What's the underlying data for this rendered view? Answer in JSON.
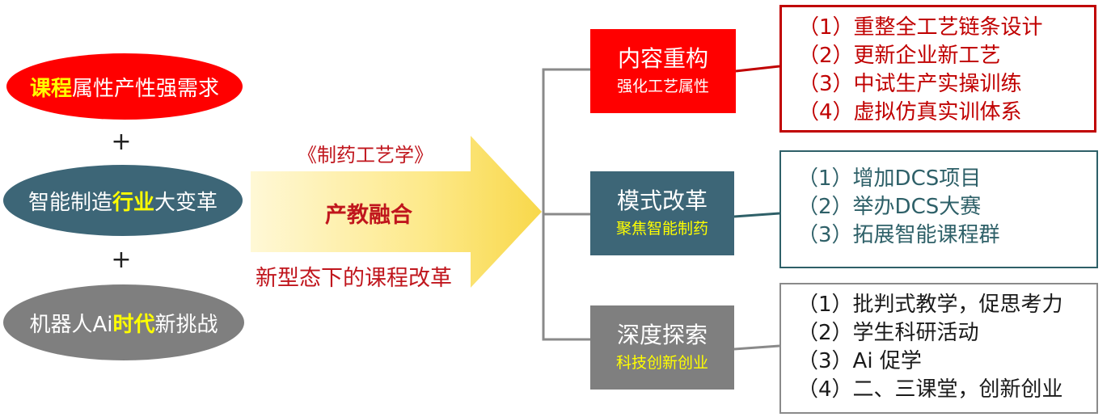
{
  "left": {
    "course": {
      "highlight": "课程",
      "rest": "属性产性强需求"
    },
    "industry": {
      "pre": "智能制造",
      "highlight": "行业",
      "rest": "大变革"
    },
    "era": {
      "pre": "机器人Ai",
      "highlight": "时代",
      "rest": "新挑战"
    },
    "plus_sign": "+"
  },
  "arrow_text": {
    "title": "《制药工艺学》",
    "main": "产教融合",
    "sub": "新型态下的课程改革"
  },
  "branches": [
    {
      "title": "内容重构",
      "subtitle": "强化工艺属性",
      "items": [
        "（1）重整全工艺链条设计",
        "（2）更新企业新工艺",
        "（3）中试生产实操训练",
        "（4）虚拟仿真实训体系"
      ]
    },
    {
      "title": "模式改革",
      "subtitle": "聚焦智能制药",
      "items": [
        "（1）增加DCS项目",
        "（2）举办DCS大赛",
        "（3）拓展智能课程群"
      ]
    },
    {
      "title": "深度探索",
      "subtitle": "科技创新创业",
      "items": [
        "（1）批判式教学，促思考力",
        "（2）学生科研活动",
        "（3）Ai 促学",
        "（4）二、三课堂，创新创业"
      ]
    }
  ],
  "colors": {
    "red": "#ff0000",
    "teal": "#3d6677",
    "gray": "#7f7f7f",
    "dark_red": "#c0161d",
    "yellow": "#ffff00"
  }
}
